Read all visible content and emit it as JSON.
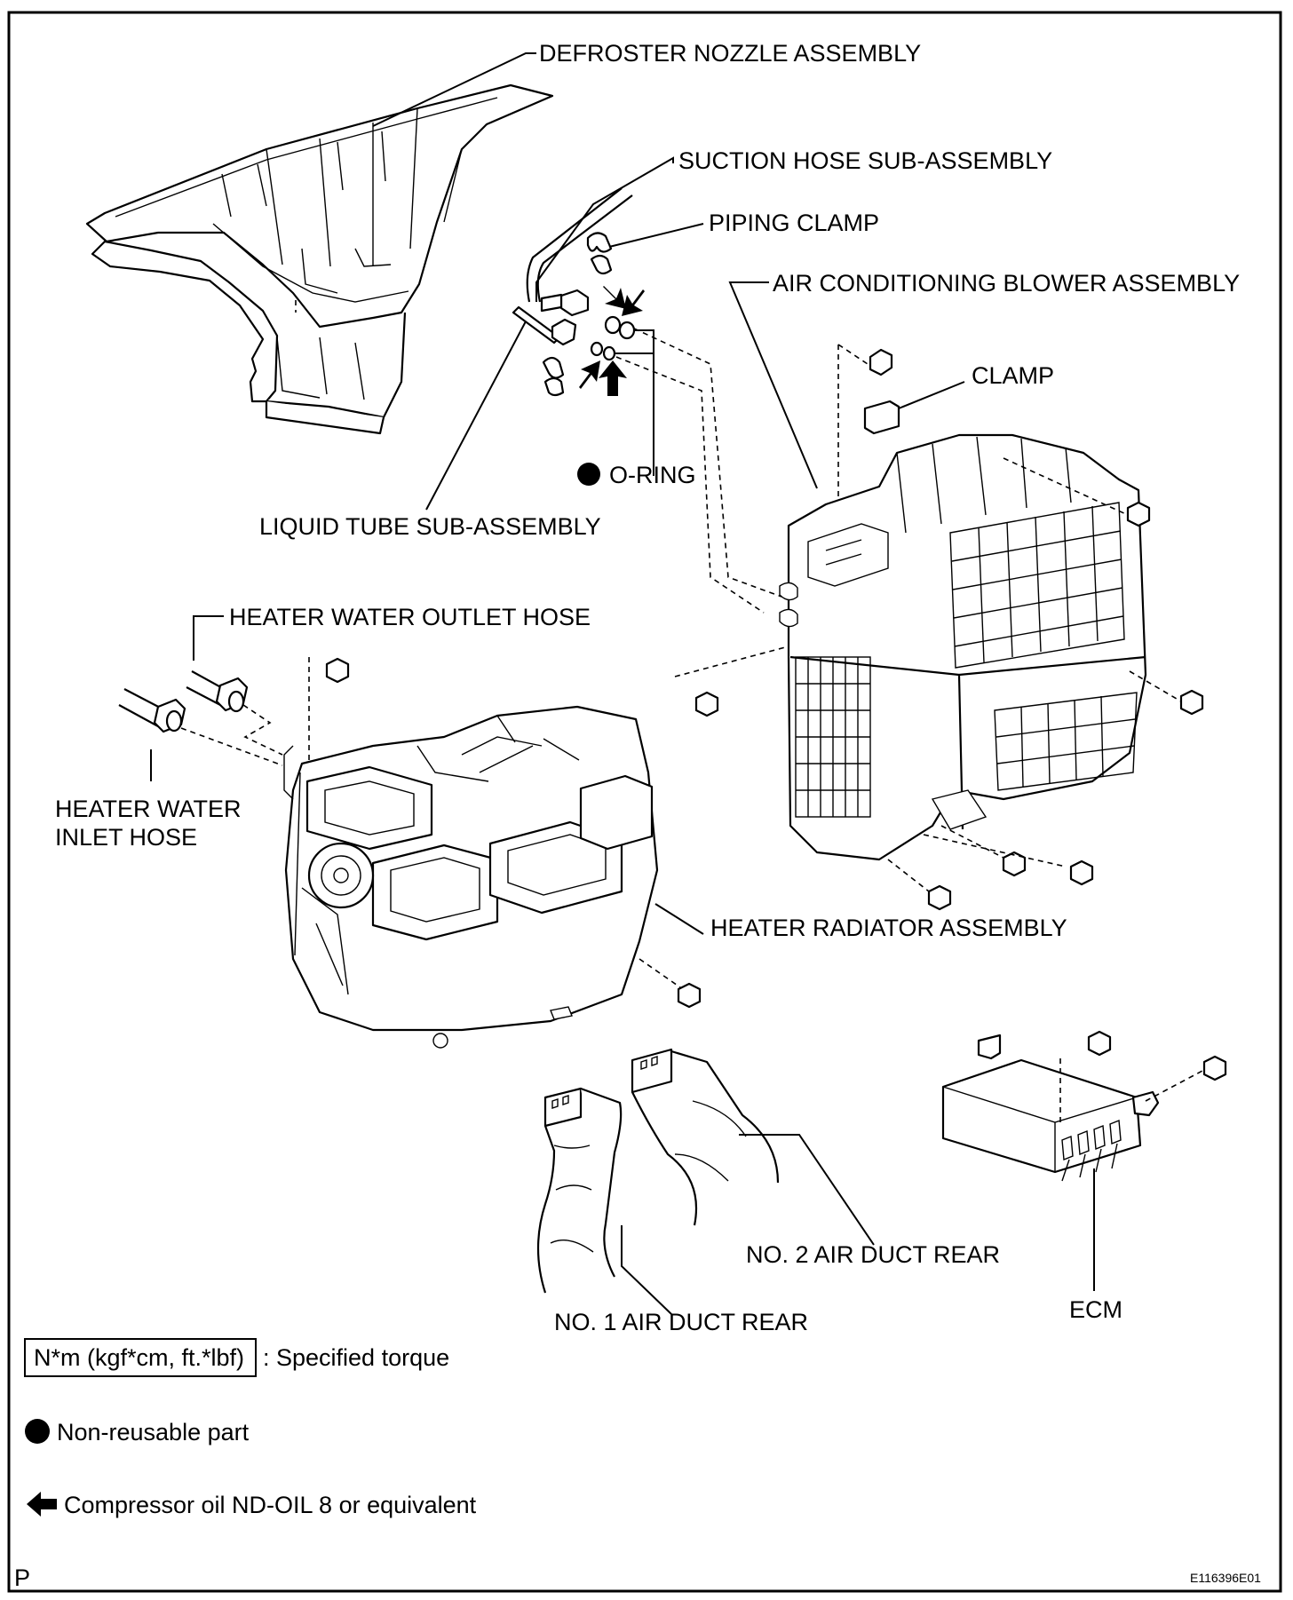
{
  "labels": {
    "defroster_nozzle": "DEFROSTER NOZZLE ASSEMBLY",
    "suction_hose": "SUCTION HOSE SUB-ASSEMBLY",
    "piping_clamp": "PIPING CLAMP",
    "blower_assembly": "AIR CONDITIONING BLOWER ASSEMBLY",
    "clamp": "CLAMP",
    "o_ring": "O-RING",
    "liquid_tube": "LIQUID TUBE SUB-ASSEMBLY",
    "heater_outlet_hose": "HEATER WATER OUTLET HOSE",
    "heater_inlet_hose_line1": "HEATER WATER",
    "heater_inlet_hose_line2": "INLET HOSE",
    "heater_radiator": "HEATER RADIATOR ASSEMBLY",
    "no2_air_duct": "NO. 2 AIR DUCT REAR",
    "no1_air_duct": "NO. 1 AIR DUCT REAR",
    "ecm": "ECM"
  },
  "legend": {
    "torque_box": "N*m (kgf*cm, ft.*lbf)",
    "torque_text": ": Specified torque",
    "non_reusable": "Non-reusable part",
    "compressor_oil": "Compressor oil ND-OIL 8 or equivalent"
  },
  "footer": {
    "corner_mark": "P",
    "figure_code": "E116396E01"
  }
}
